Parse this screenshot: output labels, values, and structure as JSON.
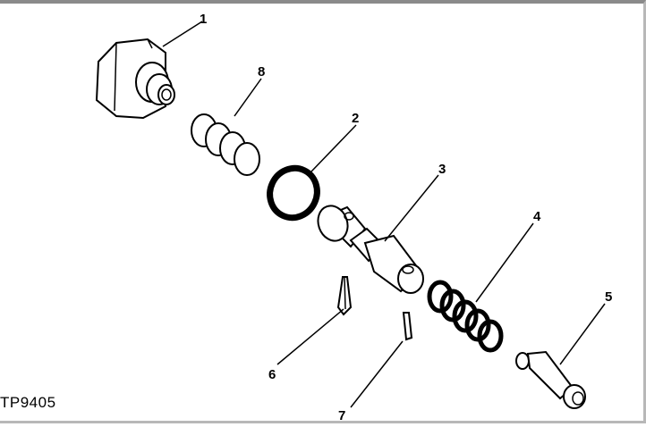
{
  "figure_id": "TP9405",
  "parts": [
    {
      "id": "part-1",
      "number": "1"
    },
    {
      "id": "part-2",
      "number": "2"
    },
    {
      "id": "part-3",
      "number": "3"
    },
    {
      "id": "part-4",
      "number": "4"
    },
    {
      "id": "part-5",
      "number": "5"
    },
    {
      "id": "part-6",
      "number": "6"
    },
    {
      "id": "part-7",
      "number": "7"
    },
    {
      "id": "part-8",
      "number": "8"
    }
  ],
  "colors": {
    "line": "#000000",
    "background": "#ffffff",
    "border": "#8a8a8a"
  }
}
